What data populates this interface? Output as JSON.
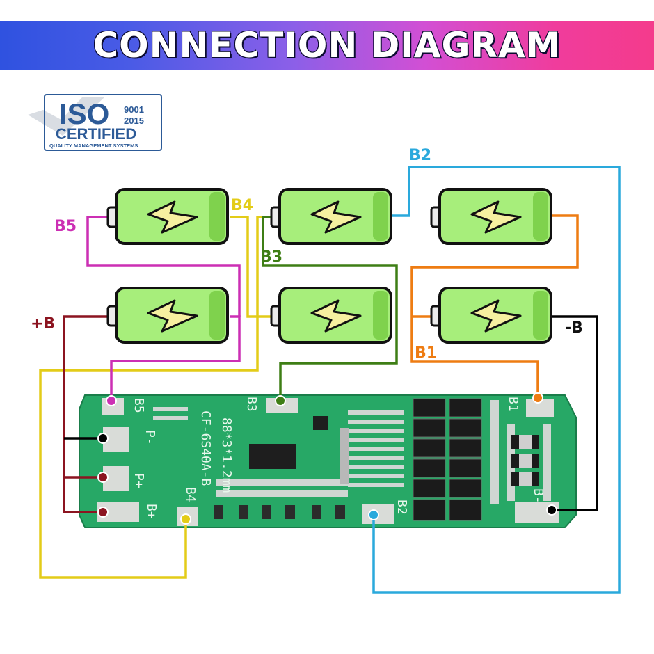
{
  "header": {
    "title": "CONNECTION DIAGRAM"
  },
  "badge": {
    "iso": "ISO",
    "year1": "9001",
    "year2": "2015",
    "certified": "CERTIFIED",
    "subtitle": "QUALITY MANAGEMENT SYSTEMS"
  },
  "wire_labels": {
    "b2": "B2",
    "b4": "B4",
    "b5": "B5",
    "b3": "B3",
    "plus_b": "+B",
    "minus_b": "-B",
    "b1": "B1"
  },
  "board": {
    "model": "CF-6S40A-B",
    "pads": {
      "b5": "B5",
      "b3": "B3",
      "b1": "B1",
      "b4": "B4",
      "b2": "B2",
      "p_minus": "P-",
      "p_plus": "P+",
      "b_plus": "B+",
      "b_minus": "B-"
    },
    "note": "88*3*1.2mm"
  },
  "colors": {
    "b2": "#2aa9dc",
    "b4": "#e3cc18",
    "b5": "#cc2fb4",
    "b3": "#3e7e15",
    "plus_b": "#8c1420",
    "minus_b": "#000000",
    "b1": "#ee7c12",
    "battery": "#a7ee7b",
    "pcb": "#27a866"
  }
}
